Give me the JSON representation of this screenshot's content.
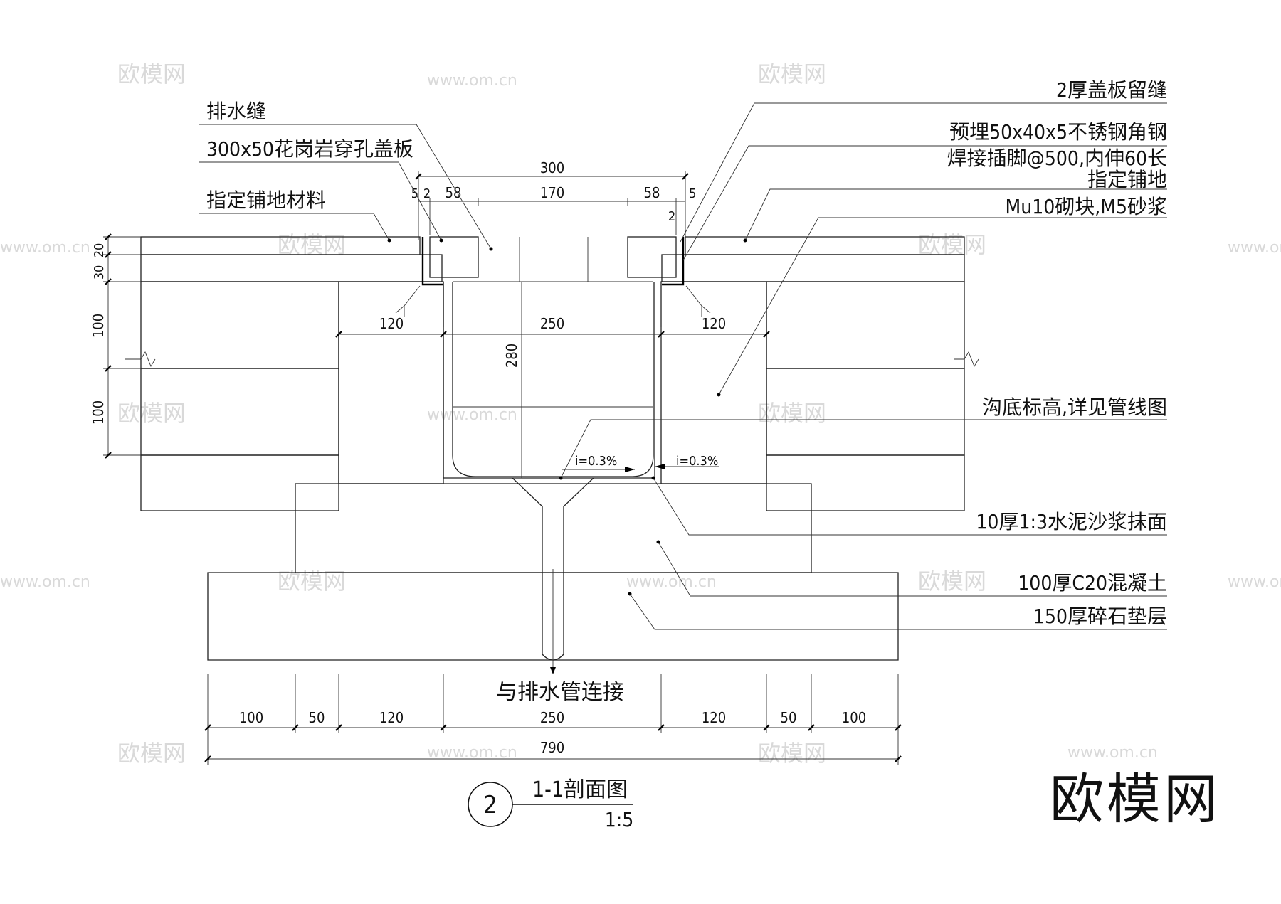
{
  "annotations": {
    "drain_gap": "排水缝",
    "cover_plate": "300x50花岗岩穿孔盖板",
    "paving_left": "指定铺地材料",
    "plate_gap": "2厚盖板留缝",
    "angle_steel_1": "预埋50x40x5不锈钢角钢",
    "angle_steel_2": "焊接插脚@500,内伸60长",
    "paving_right": "指定铺地",
    "masonry": "Mu10砌块,M5砂浆",
    "trench_bottom": "沟底标高,详见管线图",
    "plaster": "10厚1:3水泥沙浆抹面",
    "concrete": "100厚C20混凝土",
    "gravel": "150厚碎石垫层",
    "outlet": "与排水管连接"
  },
  "slopes": {
    "left": "i=0.3%",
    "right": "i=0.3%"
  },
  "dimensions": {
    "top_total": "300",
    "top_segments": [
      "5",
      "2",
      "58",
      "170",
      "58",
      "2",
      "5"
    ],
    "left_layers": [
      "20",
      "30",
      "100",
      "100"
    ],
    "inner": [
      "120",
      "250",
      "120"
    ],
    "depth": "280",
    "bottom_segments": [
      "100",
      "50",
      "120",
      "250",
      "120",
      "50",
      "100"
    ],
    "bottom_total": "790"
  },
  "title": {
    "number": "2",
    "name": "1-1剖面图",
    "scale": "1:5"
  },
  "watermarks": {
    "logo": "欧模网",
    "url": "www.om.cn"
  }
}
